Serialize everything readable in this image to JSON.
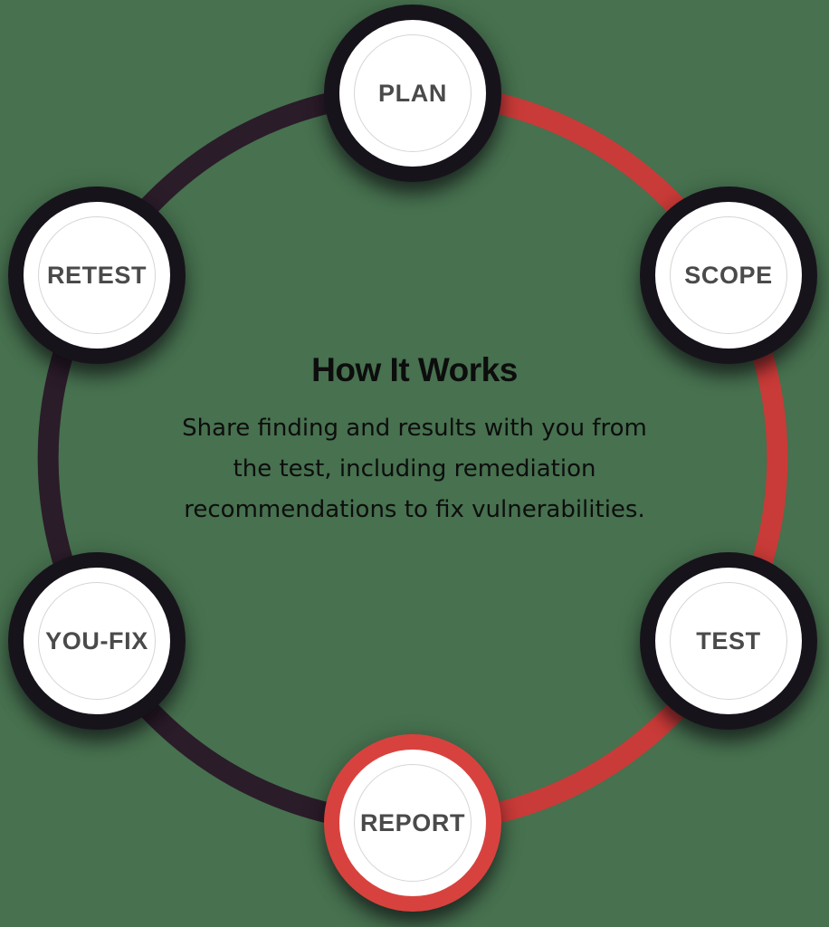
{
  "diagram": {
    "title": "How It Works",
    "description_lines": [
      "Share finding and results with you from",
      "the test, including remediation",
      "recommendations to fix vulnerabilities."
    ],
    "nodes": [
      {
        "id": "plan",
        "label": "PLAN"
      },
      {
        "id": "scope",
        "label": "SCOPE"
      },
      {
        "id": "test",
        "label": "TEST"
      },
      {
        "id": "report",
        "label": "REPORT",
        "accent": true
      },
      {
        "id": "youfix",
        "label": "YOU-FIX"
      },
      {
        "id": "retest",
        "label": "RETEST"
      }
    ]
  },
  "colors": {
    "background": "#47714F",
    "arc_red": "#C93B38",
    "arc_dark": "#2B1C29",
    "node_ring": "#17131B",
    "node_ring_accent": "#D8423E",
    "node_fill": "#FFFFFF",
    "inner_circle": "#D6D6D6",
    "label": "#4A4A4A",
    "text": "#0D0D0D"
  }
}
